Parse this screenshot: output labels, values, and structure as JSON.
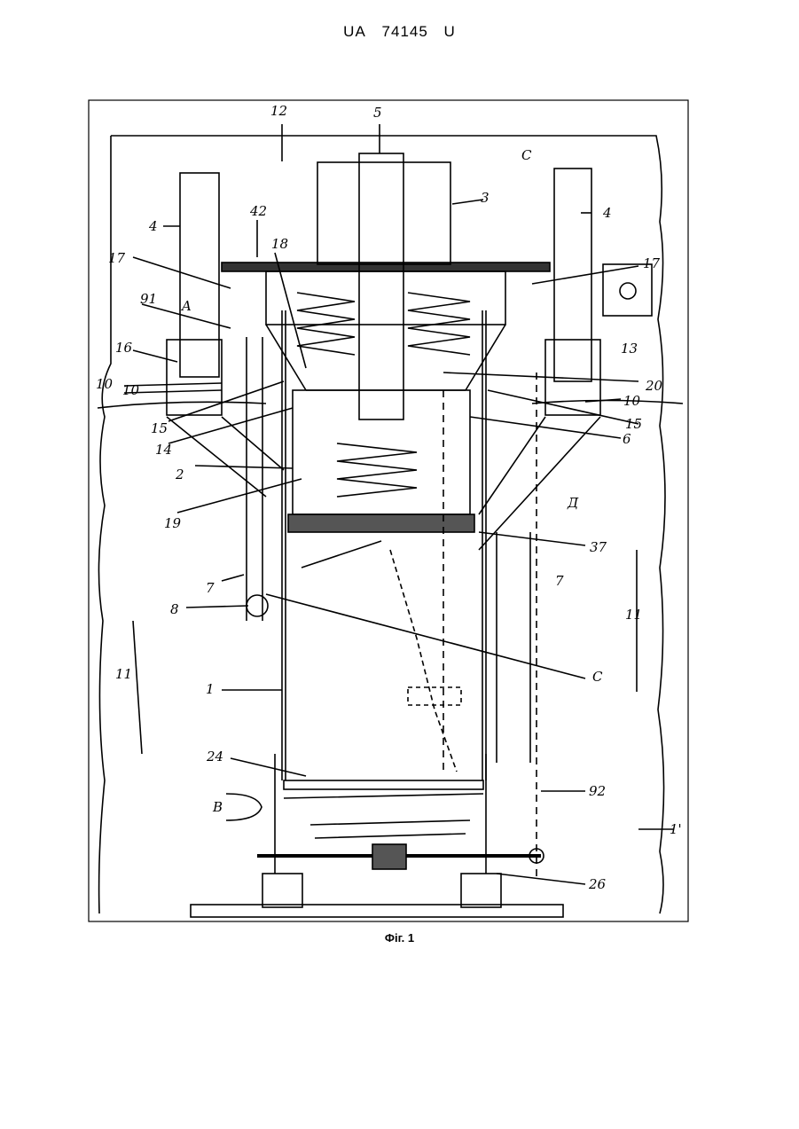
{
  "header": {
    "country_code": "UA",
    "patent_number": "74145",
    "kind_code": "U"
  },
  "figure": {
    "caption": "Фіг. 1",
    "labels": [
      "1",
      "2",
      "3",
      "4",
      "4",
      "5",
      "6",
      "7",
      "7",
      "8",
      "9",
      "10",
      "10",
      "10",
      "11",
      "11",
      "12",
      "13",
      "14",
      "15",
      "15",
      "16",
      "17",
      "17",
      "18",
      "19",
      "20",
      "24",
      "26",
      "37",
      "42",
      "C",
      "C",
      "B",
      "Д"
    ],
    "label_12": "12",
    "label_5": "5",
    "label_C_top": "C",
    "label_3": "3",
    "label_4_left": "4",
    "label_4_right": "4",
    "label_42": "42",
    "label_18": "18",
    "label_17_left": "17",
    "label_17_right": "17",
    "label_13": "13",
    "label_9_1": "91",
    "label_A": "A",
    "label_16": "16",
    "label_10_left_a": "10",
    "label_10_left_b": "10",
    "label_20": "20",
    "label_10_right": "10",
    "label_15_left": "15",
    "label_15_right": "15",
    "label_14": "14",
    "label_6": "6",
    "label_2": "2",
    "label_19": "19",
    "label_D": "Д",
    "label_37": "37",
    "label_7_left": "7",
    "label_7_right": "7",
    "label_8": "8",
    "label_11_left": "11",
    "label_11_right": "11",
    "label_C_mid": "C",
    "label_1": "1",
    "label_24": "24",
    "label_B": "B",
    "label_9_2": "92",
    "label_1_prime": "1'",
    "label_26": "26"
  }
}
